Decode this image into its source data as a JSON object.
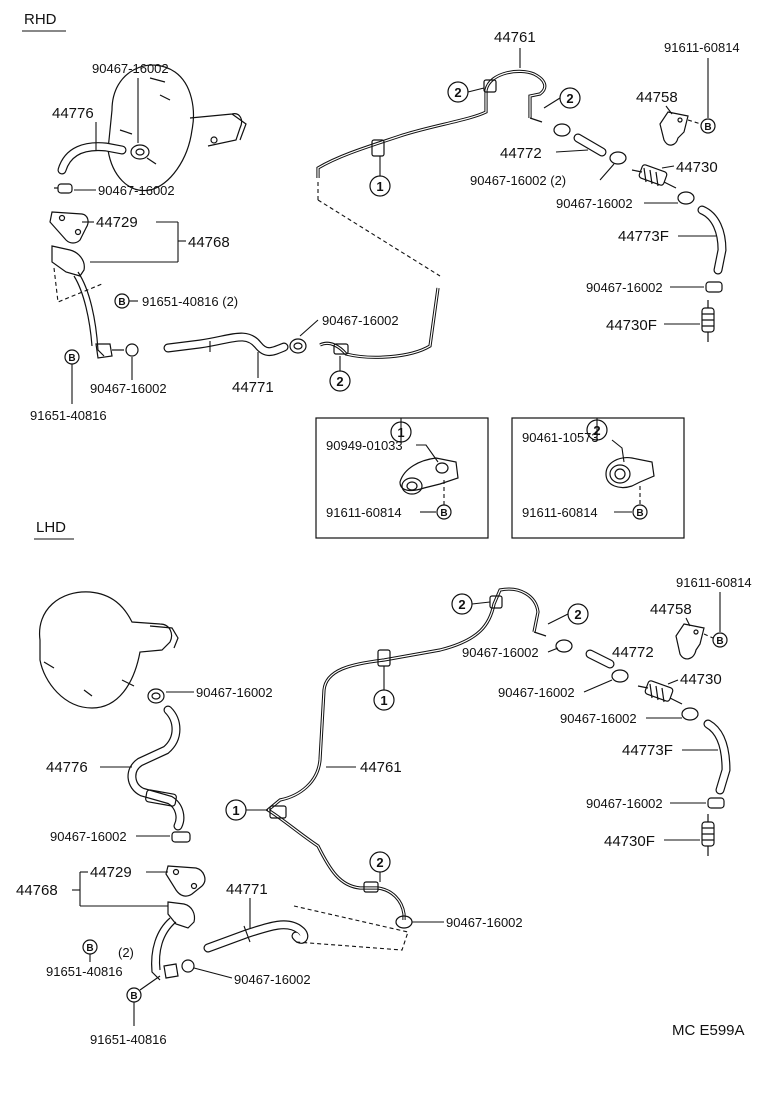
{
  "sections": {
    "rhd": "RHD",
    "lhd": "LHD"
  },
  "code": "MC E599A",
  "rhd": {
    "p44761": "44761",
    "p91611_top": "91611-60814",
    "p44758": "44758",
    "p44772": "44772",
    "p44730": "44730",
    "p90467_2": "90467-16002 (2)",
    "p90467_a": "90467-16002",
    "p44773F": "44773F",
    "p90467_b": "90467-16002",
    "p44730F": "44730F",
    "p90467_booster": "90467-16002",
    "p44776": "44776",
    "p90467_c": "90467-16002",
    "p44729": "44729",
    "p44768": "44768",
    "p91651_2": "91651-40816 (2)",
    "p90467_d": "90467-16002",
    "p90467_e": "90467-16002",
    "p44771": "44771",
    "p91651": "91651-40816",
    "c1": "1",
    "c2": "2",
    "detail1_top": "90949-01033",
    "detail1_bot": "91611-60814",
    "detail2_top": "90461-10573",
    "detail2_bot": "91611-60814",
    "b": "B"
  },
  "lhd": {
    "p91611_top": "91611-60814",
    "p44758": "44758",
    "p90467_a": "90467-16002",
    "p44772": "44772",
    "p44730": "44730",
    "p90467_b": "90467-16002",
    "p90467_c": "90467-16002",
    "p44773F": "44773F",
    "p90467_d": "90467-16002",
    "p44730F": "44730F",
    "p90467_booster": "90467-16002",
    "p44776": "44776",
    "p44761": "44761",
    "p90467_e": "90467-16002",
    "p44729": "44729",
    "p44768": "44768",
    "p44771": "44771",
    "p90467_f": "90467-16002",
    "p91651_2a": "91651-40816",
    "p91651_2b": "(2)",
    "p91651": "91651-40816",
    "p90467_g": "90467-16002",
    "c1": "1",
    "c2": "2",
    "b": "B"
  }
}
